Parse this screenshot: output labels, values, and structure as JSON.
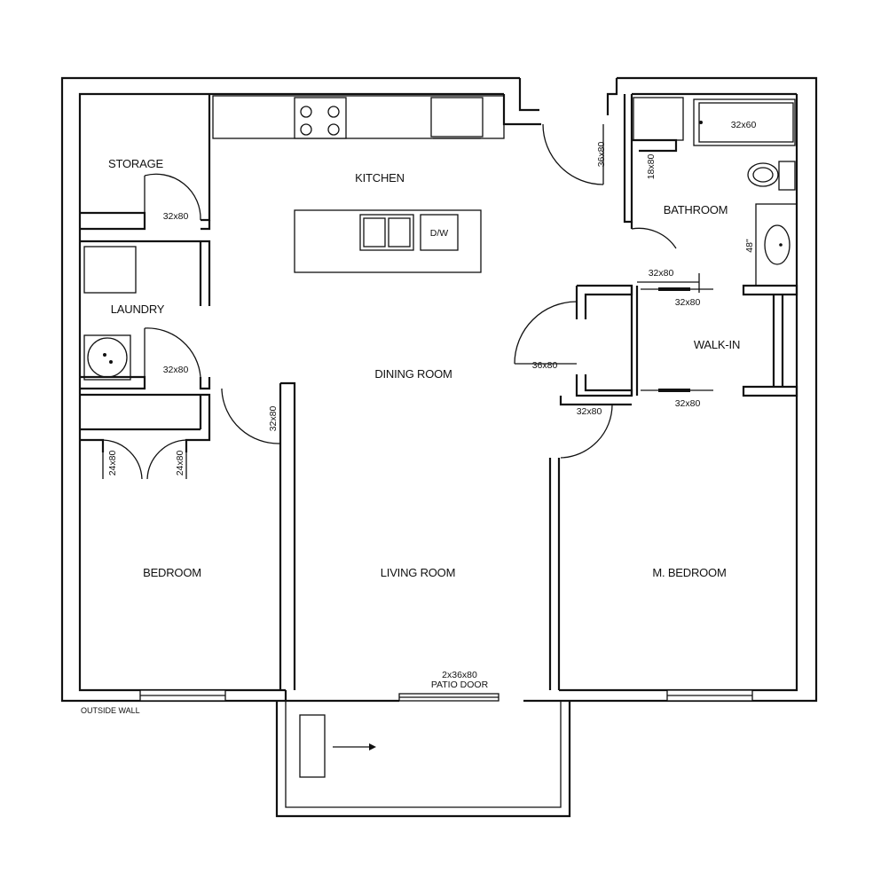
{
  "rooms": {
    "storage": "STORAGE",
    "kitchen": "KITCHEN",
    "laundry": "LAUNDRY",
    "bathroom": "BATHROOM",
    "walk_in": "WALK-IN",
    "dining_room": "DINING ROOM",
    "bedroom": "BEDROOM",
    "living_room": "LIVING ROOM",
    "master_bedroom": "M. BEDROOM"
  },
  "fixtures": {
    "dishwasher": "D/W",
    "tub": "32x60",
    "vanity": "48\""
  },
  "doors": {
    "storage": "32x80",
    "laundry": "32x80",
    "entry": "36x80",
    "bath_closet": "18x80",
    "bedroom": "32x80",
    "closet_left": "24x80",
    "closet_right": "24x80",
    "master_closet": "36x80",
    "master_bedroom": "32x80",
    "walkin_top": "32x80",
    "walkin_slide_top": "32x80",
    "walkin_slide_bottom": "32x80",
    "patio_size": "2x36x80",
    "patio_label": "PATIO DOOR"
  },
  "notes": {
    "outside_wall": "OUTSIDE WALL"
  }
}
